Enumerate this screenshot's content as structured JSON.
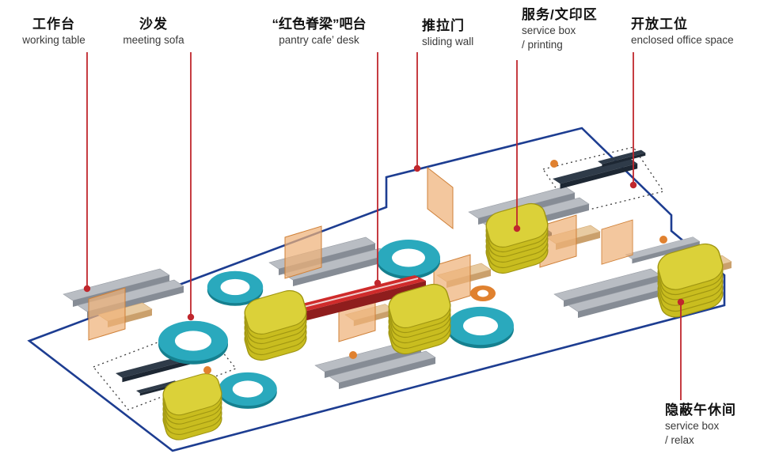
{
  "palette": {
    "outline_blue": "#1d3d91",
    "leader_red": "#c0272d",
    "ring_teal": "#2aa9bd",
    "box_yellow": "#c9bd1f",
    "wall_orange": "#eeb278",
    "desk_gray": "#b9bdc3",
    "desk_dark_navy": "#2f3b49",
    "accent_orange": "#e0812f",
    "spine_red": "#cf2b2b"
  },
  "labels": [
    {
      "id": "working-table",
      "zh": "工作台",
      "en": "working table"
    },
    {
      "id": "meeting-sofa",
      "zh": "沙发",
      "en": "meeting sofa"
    },
    {
      "id": "pantry-desk",
      "zh": "“红色脊梁”吧台",
      "en": "pantry cafe’ desk"
    },
    {
      "id": "sliding-wall",
      "zh": "推拉门",
      "en": "sliding wall"
    },
    {
      "id": "service-printing",
      "zh": "服务/文印区",
      "en": "service box",
      "en2": "/ printing"
    },
    {
      "id": "open-workstation",
      "zh": "开放工位",
      "en": "enclosed office space"
    },
    {
      "id": "nap-room",
      "zh": "隐蔽午休间",
      "en": "service box",
      "en2": "/ relax"
    }
  ]
}
